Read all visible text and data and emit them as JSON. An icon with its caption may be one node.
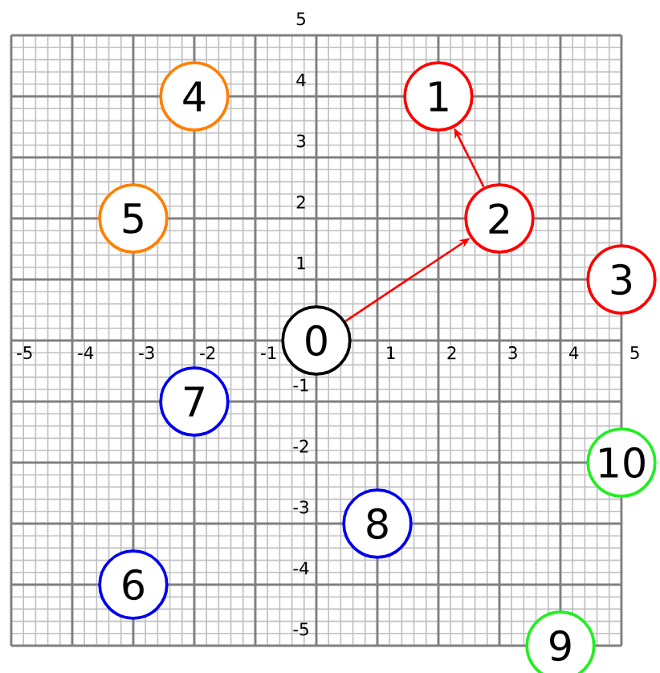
{
  "diagram": {
    "nodes": [
      {
        "text": [
          "0"
        ]
      },
      {
        "text": [
          "1"
        ]
      },
      {
        "text": [
          "2"
        ]
      },
      {
        "text": [
          "3"
        ]
      },
      {
        "text": [
          "4"
        ]
      },
      {
        "text": [
          "5"
        ]
      },
      {
        "text": [
          "6"
        ]
      },
      {
        "text": [
          "7"
        ]
      },
      {
        "text": [
          "8"
        ]
      },
      {
        "text": [
          "9"
        ]
      },
      {
        "text": [
          "10"
        ]
      }
    ],
    "edges": [
      {
        "from": 0,
        "to": 2,
        "arrow": "to"
      },
      {
        "from": 2,
        "to": 1,
        "arrow": "to"
      }
    ],
    "labels": [
      "5",
      "4",
      "3",
      "2",
      "1",
      "-5",
      "-4",
      "-3",
      "-2",
      "-1",
      "1",
      "2",
      "3",
      "4",
      "5",
      "-1",
      "-2",
      "-3",
      "-4",
      "-5"
    ]
  }
}
